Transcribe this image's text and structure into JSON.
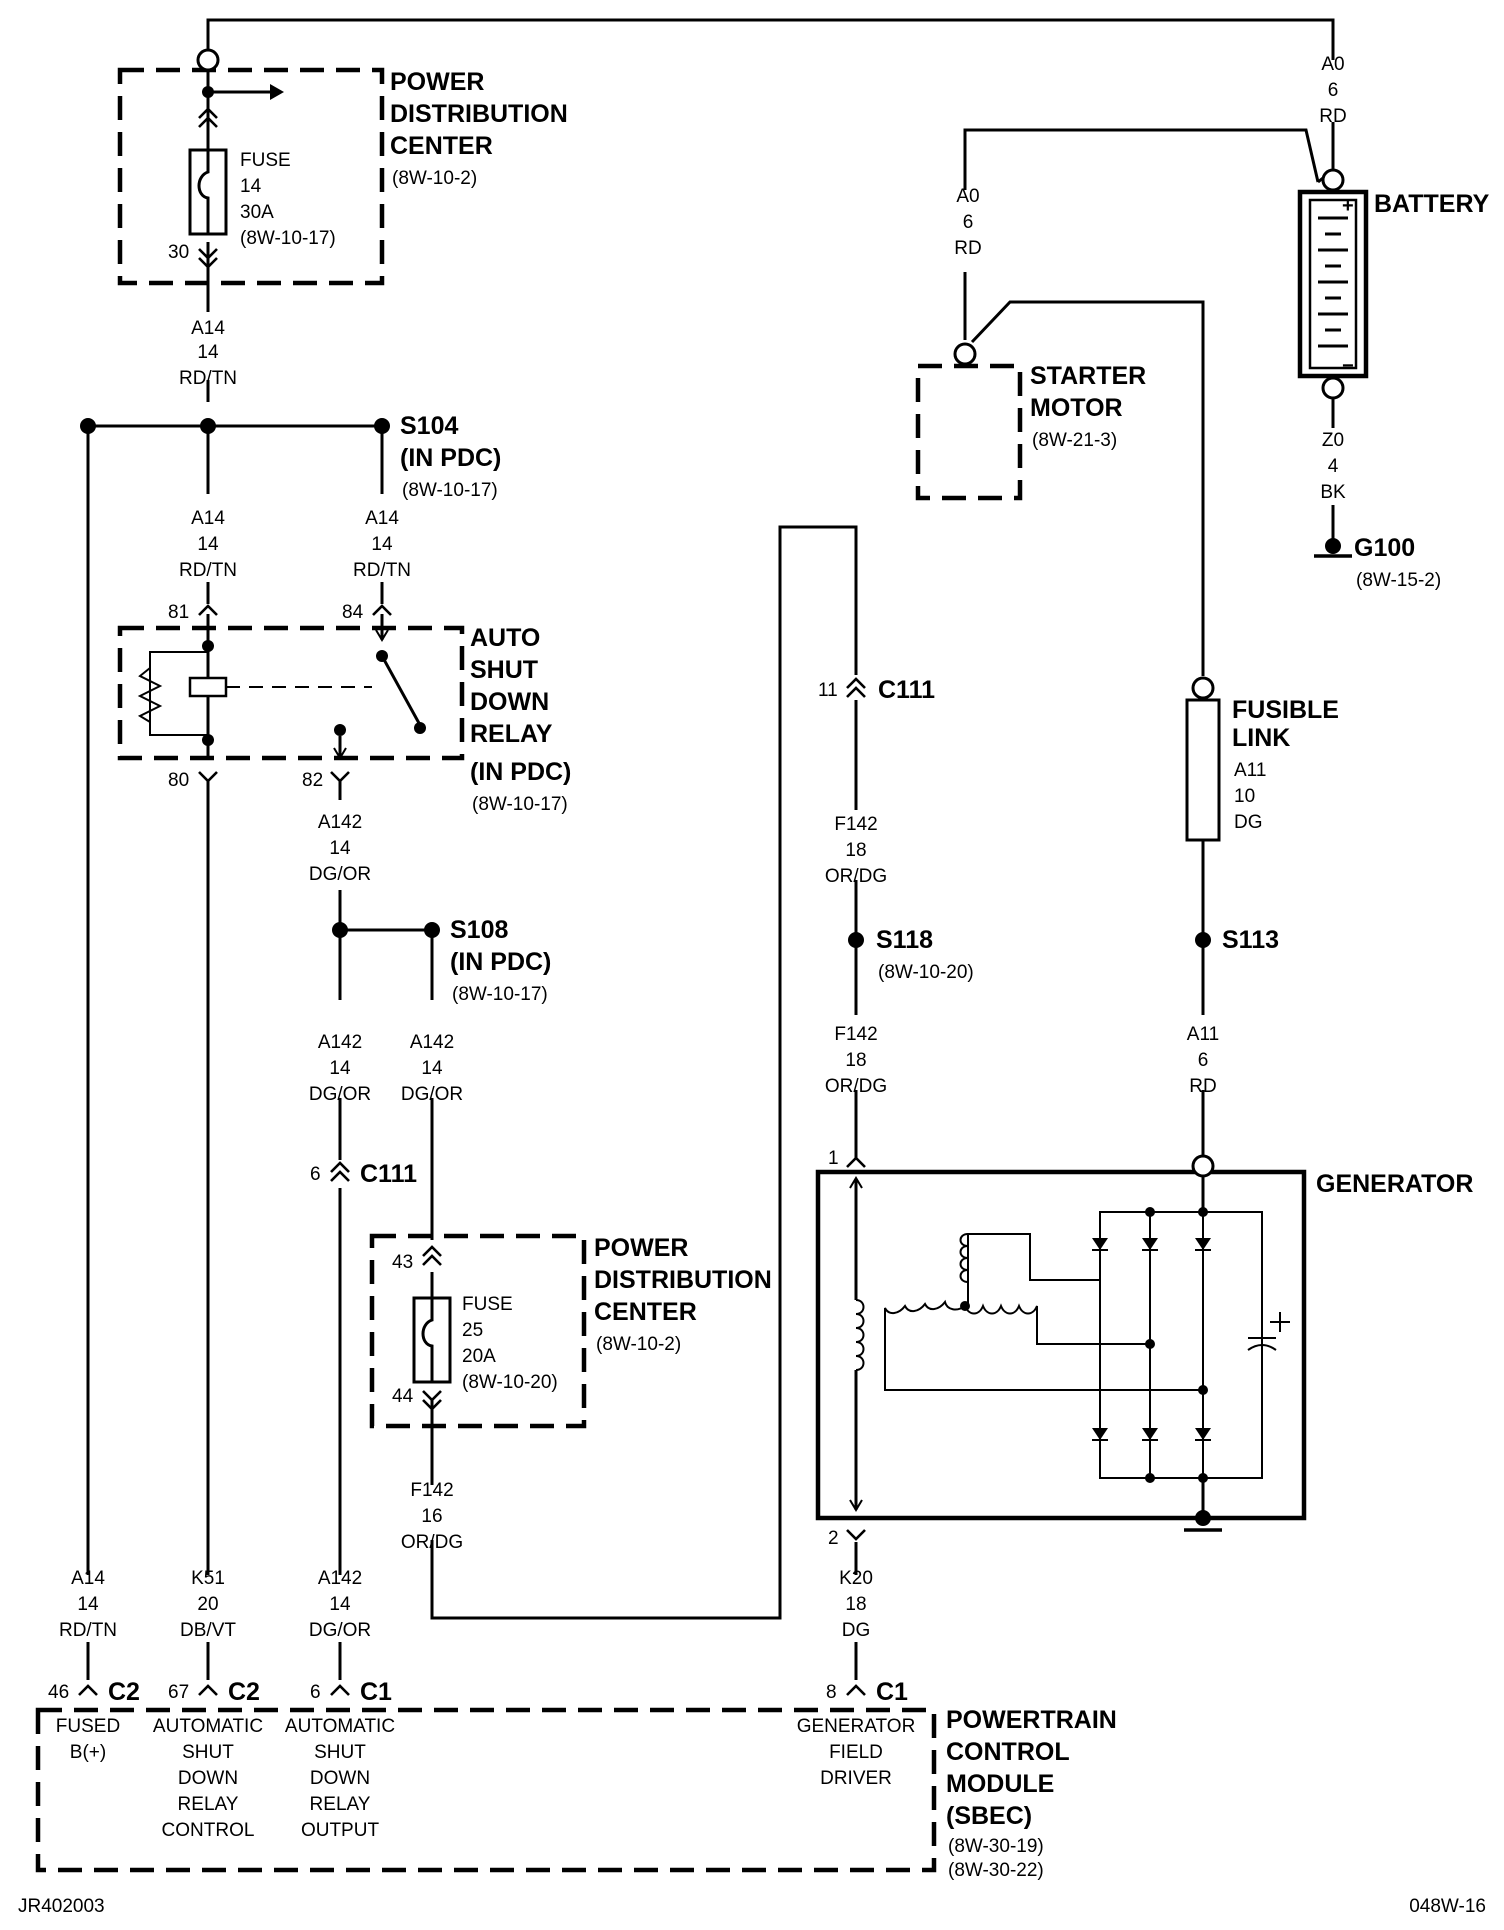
{
  "components": {
    "pdc_top": {
      "title": [
        "POWER",
        "DISTRIBUTION",
        "CENTER"
      ],
      "ref": "(8W-10-2)"
    },
    "fuse14": {
      "lines": [
        "FUSE",
        "14",
        "30A",
        "(8W-10-17)"
      ],
      "pin": "30"
    },
    "battery": {
      "title": "BATTERY",
      "plus": "+",
      "minus": "−"
    },
    "starter": {
      "title": [
        "STARTER",
        "MOTOR"
      ],
      "ref": "(8W-21-3)"
    },
    "g100": {
      "title": "G100",
      "ref": "(8W-15-2)"
    },
    "s104": {
      "title": [
        "S104",
        "(IN PDC)"
      ],
      "ref": "(8W-10-17)"
    },
    "asd_relay": {
      "title": [
        "AUTO",
        "SHUT",
        "DOWN",
        "RELAY",
        "(IN PDC)"
      ],
      "ref": "(8W-10-17)",
      "pins": [
        "81",
        "84",
        "80",
        "82"
      ]
    },
    "c111_right": {
      "pin": "11",
      "title": "C111"
    },
    "fusible_link": {
      "title": [
        "FUSIBLE",
        "LINK"
      ],
      "wire": [
        "A11",
        "10",
        "DG"
      ]
    },
    "s118": {
      "title": "S118",
      "ref": "(8W-10-20)"
    },
    "s113": {
      "title": "S113"
    },
    "s108": {
      "title": [
        "S108",
        "(IN PDC)"
      ],
      "ref": "(8W-10-17)"
    },
    "c111_left": {
      "pin": "6",
      "title": "C111"
    },
    "pdc_mid": {
      "title": [
        "POWER",
        "DISTRIBUTION",
        "CENTER"
      ],
      "ref": "(8W-10-2)"
    },
    "fuse25": {
      "lines": [
        "FUSE",
        "25",
        "20A",
        "(8W-10-20)"
      ],
      "pins": [
        "43",
        "44"
      ]
    },
    "generator": {
      "title": "GENERATOR",
      "pins": [
        "1",
        "2"
      ]
    },
    "pcm": {
      "title": [
        "POWERTRAIN",
        "CONTROL",
        "MODULE",
        "(SBEC)"
      ],
      "refs": [
        "(8W-30-19)",
        "(8W-30-22)"
      ],
      "connectors": [
        {
          "pin": "46",
          "conn": "C2",
          "label": [
            "FUSED",
            "B(+)"
          ]
        },
        {
          "pin": "67",
          "conn": "C2",
          "label": [
            "AUTOMATIC",
            "SHUT",
            "DOWN",
            "RELAY",
            "CONTROL"
          ]
        },
        {
          "pin": "6",
          "conn": "C1",
          "label": [
            "AUTOMATIC",
            "SHUT",
            "DOWN",
            "RELAY",
            "OUTPUT"
          ]
        },
        {
          "pin": "8",
          "conn": "C1",
          "label": [
            "GENERATOR",
            "FIELD",
            "DRIVER"
          ]
        }
      ]
    }
  },
  "wires": {
    "a0_top": [
      "A0",
      "6",
      "RD"
    ],
    "a0_starter": [
      "A0",
      "6",
      "RD"
    ],
    "z0": [
      "Z0",
      "4",
      "BK"
    ],
    "a14_main": [
      "A14",
      "14",
      "RD/TN"
    ],
    "a14_81": [
      "A14",
      "14",
      "RD/TN"
    ],
    "a14_84": [
      "A14",
      "14",
      "RD/TN"
    ],
    "a142_82": [
      "A142",
      "14",
      "DG/OR"
    ],
    "f142_c111": [
      "F142",
      "18",
      "OR/DG"
    ],
    "a142_left": [
      "A142",
      "14",
      "DG/OR"
    ],
    "a142_right": [
      "A142",
      "14",
      "DG/OR"
    ],
    "f142_s118": [
      "F142",
      "18",
      "OR/DG"
    ],
    "a11_gen": [
      "A11",
      "6",
      "RD"
    ],
    "f142_fuse": [
      "F142",
      "16",
      "OR/DG"
    ],
    "a14_pcm": [
      "A14",
      "14",
      "RD/TN"
    ],
    "k51": [
      "K51",
      "20",
      "DB/VT"
    ],
    "a142_pcm": [
      "A142",
      "14",
      "DG/OR"
    ],
    "k20": [
      "K20",
      "18",
      "DG"
    ]
  },
  "footer": {
    "left": "JR402003",
    "right": "048W-16"
  }
}
